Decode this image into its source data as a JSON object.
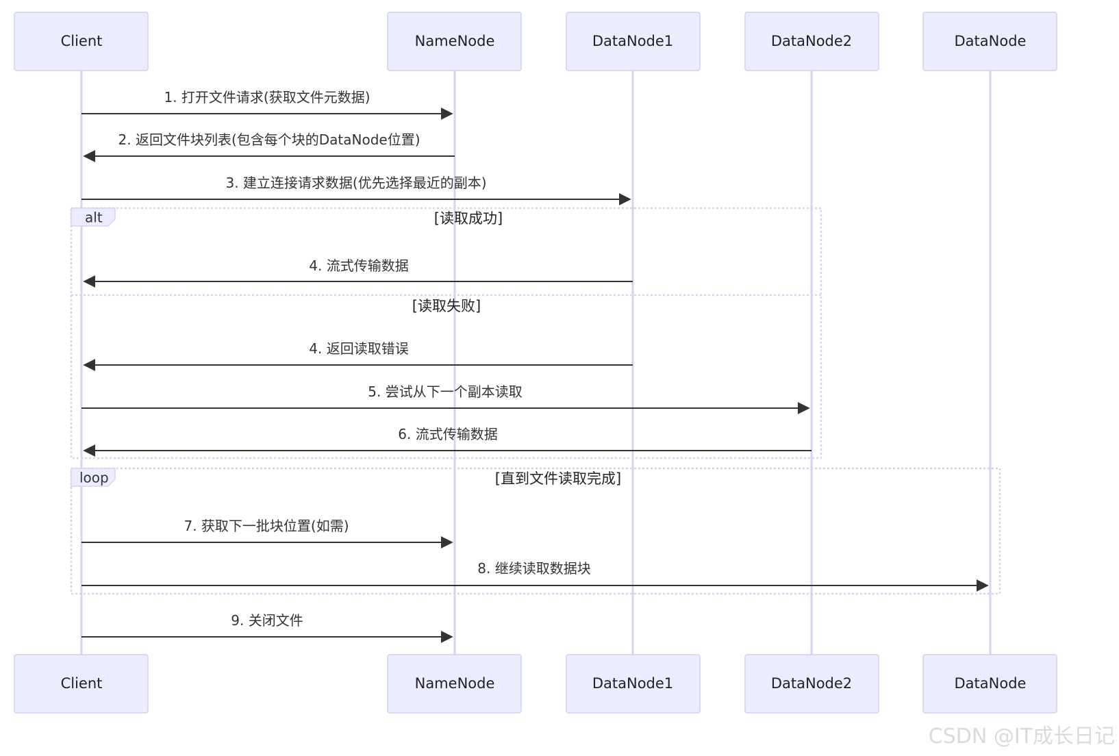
{
  "participants": [
    "Client",
    "NameNode",
    "DataNode1",
    "DataNode2",
    "DataNode"
  ],
  "messages": [
    {
      "text": "1. 打开文件请求(获取文件元数据)",
      "from": 0,
      "to": 1
    },
    {
      "text": "2. 返回文件块列表(包含每个块的DataNode位置)",
      "from": 1,
      "to": 0
    },
    {
      "text": "3. 建立连接请求数据(优先选择最近的副本)",
      "from": 0,
      "to": 2
    },
    {
      "text": "4. 流式传输数据",
      "from": 2,
      "to": 0
    },
    {
      "text": "4. 返回读取错误",
      "from": 2,
      "to": 0
    },
    {
      "text": "5. 尝试从下一个副本读取",
      "from": 0,
      "to": 3
    },
    {
      "text": "6. 流式传输数据",
      "from": 3,
      "to": 0
    },
    {
      "text": "7. 获取下一批块位置(如需)",
      "from": 0,
      "to": 1
    },
    {
      "text": "8. 继续读取数据块",
      "from": 0,
      "to": 4
    },
    {
      "text": "9. 关闭文件",
      "from": 0,
      "to": 1
    }
  ],
  "fragments": {
    "alt": {
      "label": "alt",
      "condition": "[读取成功]",
      "else_condition": "[读取失败]"
    },
    "loop": {
      "label": "loop",
      "condition": "[直到文件读取完成]"
    }
  },
  "watermark": "CSDN @IT成长日记",
  "colors": {
    "actor_fill": "#ececff",
    "lifeline": "#d8d2f2",
    "arrow": "#333333"
  }
}
